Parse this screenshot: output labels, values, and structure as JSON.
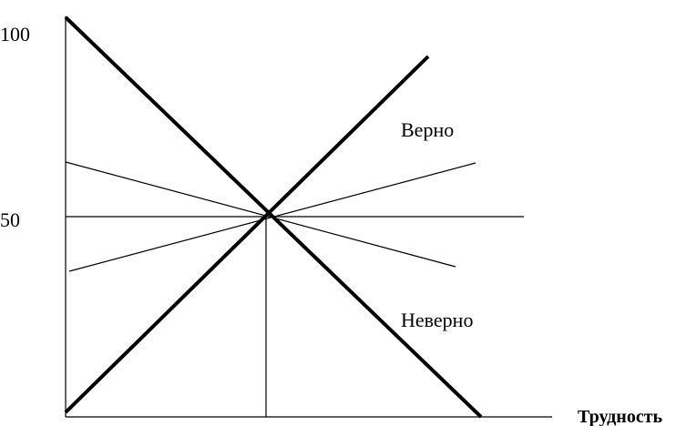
{
  "y_axis": {
    "tick_labels": [
      "100",
      "50"
    ]
  },
  "x_axis": {
    "title": "Трудность"
  },
  "labels": {
    "correct": "Верно",
    "incorrect": "Неверно"
  }
}
